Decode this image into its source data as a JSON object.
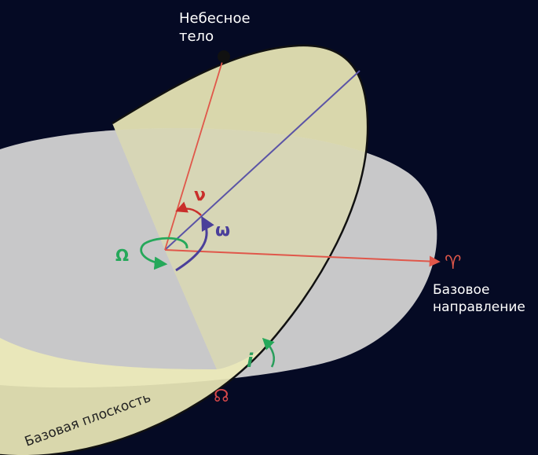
{
  "labels": {
    "celestial_body_line1": "Небесное",
    "celestial_body_line2": "тело",
    "true_anomaly": "ν",
    "argument_of_periapsis": "ω",
    "longitude_of_node": "Ω",
    "inclination": "i",
    "ascending_node_symbol": "☊",
    "vernal_equinox_symbol": "♈",
    "reference_direction_line1": "Базовое",
    "reference_direction_line2": "направление",
    "reference_plane": "Базовая плоскость"
  },
  "colors": {
    "background": "#050a24",
    "reference_plane": "#c8c8c9",
    "orbital_plane": "#ece9b8",
    "orbital_overlap": "#d4d2b5",
    "orbit_outline": "#111111",
    "reference_direction": "#e0574a",
    "true_anomaly": "#c92e2b",
    "periapsis_line": "#5b54a6",
    "omega_arc": "#4a3f9a",
    "node_longitude": "#25a85a",
    "inclination": "#2a9e5c",
    "ascending_node": "#d8484a",
    "text": "#ffffff",
    "plane_text": "#222222"
  }
}
